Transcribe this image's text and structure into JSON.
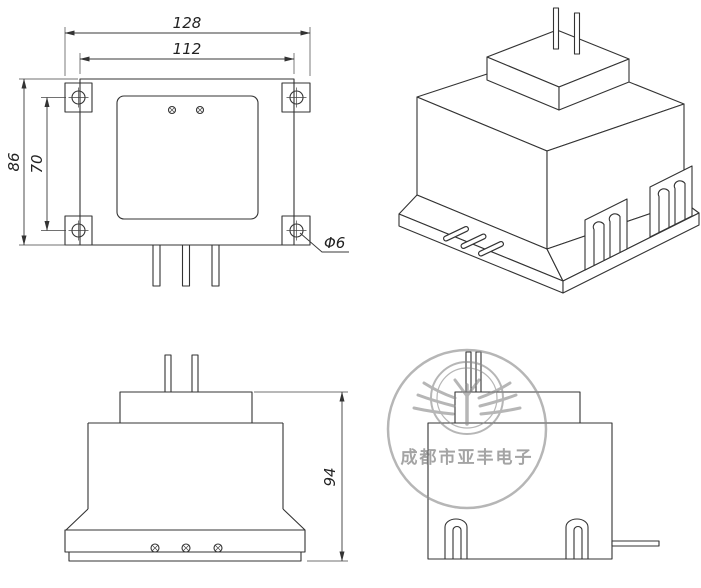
{
  "views": {
    "top": {
      "dim_overall_width": "128",
      "dim_inner_width": "112",
      "dim_overall_depth": "86",
      "dim_inner_depth": "70",
      "dim_hole_diameter": "Φ6"
    },
    "front": {
      "dim_height": "94"
    },
    "side": {
      "watermark_text": "成都市亚丰电子"
    }
  },
  "colors": {
    "line": "#333333",
    "dimension": "#3a3a3a",
    "watermark": "#8a8a8a",
    "background": "#ffffff"
  }
}
